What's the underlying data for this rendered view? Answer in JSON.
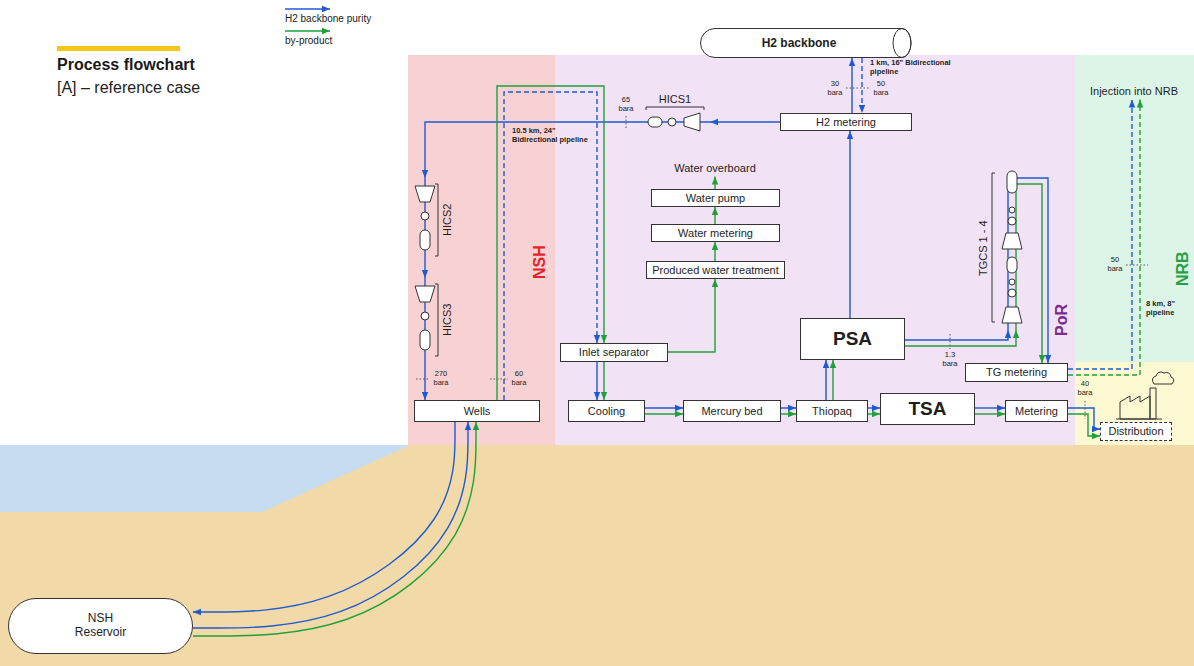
{
  "diagram": {
    "title": "Process flowchart",
    "nodes": [
      {
        "text": [
          "H2 backbone"
        ]
      },
      {
        "text": [
          "NSH"
        ]
      },
      {
        "text": [
          "PoR"
        ]
      },
      {
        "text": [
          "NRB"
        ]
      },
      {
        "text": [
          "Injection into NRB"
        ],
        "in": 3
      },
      {
        "text": [
          "HICS1"
        ],
        "in": 2
      },
      {
        "text": [
          "H2 metering"
        ],
        "in": 2
      },
      {
        "text": [
          "Water overboard"
        ],
        "in": 2
      },
      {
        "text": [
          "Water pump"
        ],
        "in": 2
      },
      {
        "text": [
          "HICS2"
        ],
        "in": 1
      },
      {
        "text": [
          "TGCS 1 - 4"
        ],
        "in": 2
      },
      {
        "text": [
          "Water metering"
        ],
        "in": 2
      },
      {
        "text": [
          "Produced water treatment"
        ],
        "in": 2
      },
      {
        "text": [
          "HICS3"
        ],
        "in": 1
      },
      {
        "text": [
          "PSA"
        ],
        "in": 2
      },
      {
        "text": [
          "Inlet separator"
        ],
        "in": 2
      },
      {
        "text": [
          "TG metering"
        ],
        "in": 2
      },
      {
        "text": [
          "Wells"
        ],
        "in": 1
      },
      {
        "text": [
          "Cooling"
        ],
        "in": 2
      },
      {
        "text": [
          "Mercury bed"
        ],
        "in": 2
      },
      {
        "text": [
          "Thiopaq"
        ],
        "in": 2
      },
      {
        "text": [
          "TSA"
        ],
        "in": 2
      },
      {
        "text": [
          "Metering"
        ],
        "in": 2
      },
      {
        "text": [
          "Distribution"
        ]
      },
      {
        "text": [
          "NSH Reservoir"
        ]
      }
    ],
    "edges": [
      {
        "from": 6,
        "to": 0,
        "arrow": "to"
      },
      {
        "from": 0,
        "to": 6,
        "arrow": "to"
      },
      {
        "from": 6,
        "to": 5,
        "arrow": "to"
      },
      {
        "from": 5,
        "to": 9,
        "arrow": "to"
      },
      {
        "from": 9,
        "to": 13,
        "arrow": "to"
      },
      {
        "from": 13,
        "to": 17,
        "arrow": "to"
      },
      {
        "from": 17,
        "to": 24,
        "arrow": "to"
      },
      {
        "from": 24,
        "to": 17,
        "arrow": "to"
      },
      {
        "from": 24,
        "to": 17,
        "arrow": "to"
      },
      {
        "from": 17,
        "to": 15,
        "arrow": "to"
      },
      {
        "from": 17,
        "to": 15,
        "arrow": "to"
      },
      {
        "from": 15,
        "to": 18,
        "arrow": "to"
      },
      {
        "from": 15,
        "to": 18,
        "arrow": "to"
      },
      {
        "from": 15,
        "to": 12,
        "arrow": "to"
      },
      {
        "from": 12,
        "to": 11,
        "arrow": "to"
      },
      {
        "from": 11,
        "to": 8,
        "arrow": "to"
      },
      {
        "from": 8,
        "to": 7,
        "arrow": "to"
      },
      {
        "from": 18,
        "to": 19,
        "arrow": "to"
      },
      {
        "from": 18,
        "to": 19,
        "arrow": "to"
      },
      {
        "from": 19,
        "to": 20,
        "arrow": "to"
      },
      {
        "from": 19,
        "to": 20,
        "arrow": "to"
      },
      {
        "from": 20,
        "to": 14,
        "arrow": "to"
      },
      {
        "from": 20,
        "to": 14,
        "arrow": "to"
      },
      {
        "from": 14,
        "to": 6,
        "arrow": "to"
      },
      {
        "from": 14,
        "to": 10,
        "arrow": "to"
      },
      {
        "from": 14,
        "to": 10,
        "arrow": "to"
      },
      {
        "from": 10,
        "to": 16,
        "arrow": "to"
      },
      {
        "from": 10,
        "to": 16,
        "arrow": "to"
      },
      {
        "from": 16,
        "to": 4,
        "arrow": "to"
      },
      {
        "from": 16,
        "to": 4,
        "arrow": "to"
      },
      {
        "from": 20,
        "to": 21,
        "arrow": "to"
      },
      {
        "from": 20,
        "to": 21,
        "arrow": "to"
      },
      {
        "from": 21,
        "to": 22,
        "arrow": "to"
      },
      {
        "from": 21,
        "to": 22,
        "arrow": "to"
      },
      {
        "from": 22,
        "to": 23,
        "arrow": "to"
      },
      {
        "from": 22,
        "to": 23,
        "arrow": "to"
      }
    ],
    "labels": [
      "[A] – reference case",
      "1 km, 16\" Bidirectional pipeline",
      "30 bara",
      "50 bara",
      "65 bara",
      "10.5 km, 24\" Bidirectional pipeline",
      "270 bara",
      "60 bara",
      "50 bara",
      "1.3 bara",
      "8 km, 8\" pipeline",
      "40 bara"
    ],
    "legend": [
      {
        "text": "H2 backbone purity"
      },
      {
        "text": "by-product"
      }
    ]
  }
}
